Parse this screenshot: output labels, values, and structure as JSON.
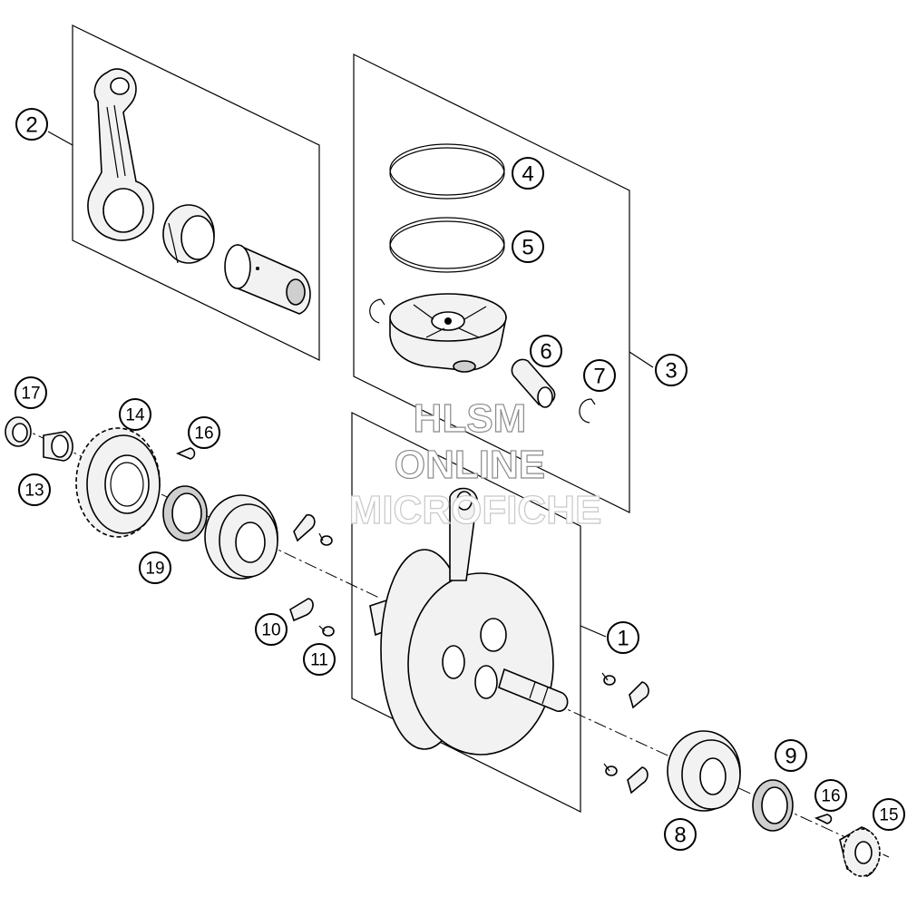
{
  "watermark": {
    "line1": "HLSM",
    "line2": "ONLINE",
    "line3": "MICROFICHE"
  },
  "callouts": [
    {
      "id": "c1",
      "label": "1"
    },
    {
      "id": "c2",
      "label": "2"
    },
    {
      "id": "c3",
      "label": "3"
    },
    {
      "id": "c4",
      "label": "4"
    },
    {
      "id": "c5",
      "label": "5"
    },
    {
      "id": "c6",
      "label": "6"
    },
    {
      "id": "c7",
      "label": "7"
    },
    {
      "id": "c8",
      "label": "8"
    },
    {
      "id": "c9",
      "label": "9"
    },
    {
      "id": "c10",
      "label": "10"
    },
    {
      "id": "c11",
      "label": "11"
    },
    {
      "id": "c13",
      "label": "13"
    },
    {
      "id": "c14",
      "label": "14"
    },
    {
      "id": "c15",
      "label": "15"
    },
    {
      "id": "c16a",
      "label": "16"
    },
    {
      "id": "c16b",
      "label": "16"
    },
    {
      "id": "c17",
      "label": "17"
    },
    {
      "id": "c19",
      "label": "19"
    }
  ]
}
